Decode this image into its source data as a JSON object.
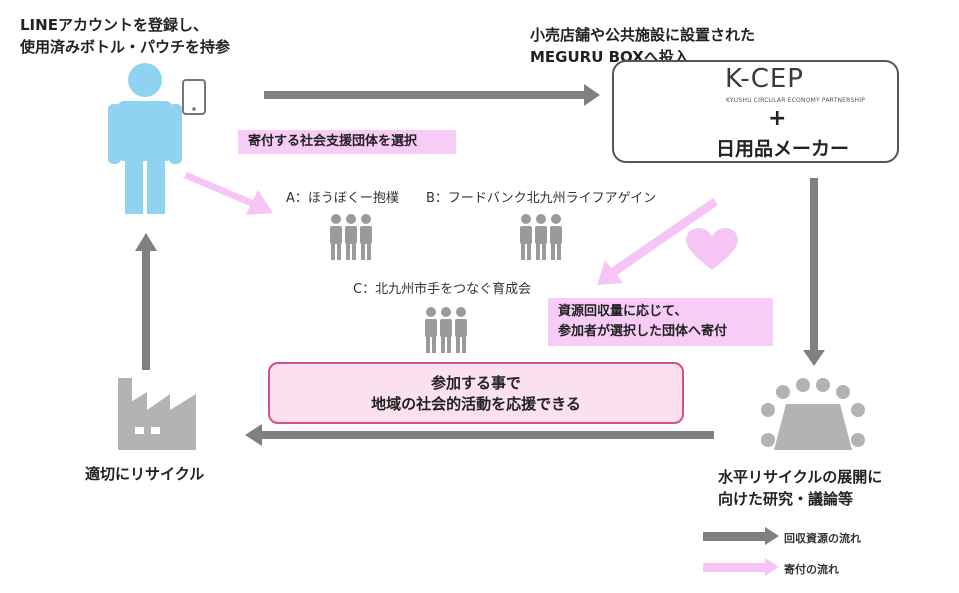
{
  "user": {
    "line1": "LINEアカウントを登録し、",
    "line2": "使用済みボトル・パウチを持参"
  },
  "store": {
    "line1": "小売店舗や公共施設に設置された",
    "line2": "MEGURU BOXへ投入"
  },
  "kcep": {
    "logo_text": "K-CEP",
    "logo_subtitle": "KYUSHU CIRCULAR ECONOMY PARTNERSHIP",
    "plus": "+",
    "maker": "日用品メーカー"
  },
  "select_label": "寄付する社会支援団体を選択",
  "organizations": {
    "a": "A：ほうぼくー抱樸",
    "b": "B：フードバンク北九州ライフアゲイン",
    "c": "C：北九州市手をつなぐ育成会"
  },
  "donate_label": {
    "line1": "資源回収量に応じて、",
    "line2": "参加者が選択した団体へ寄付"
  },
  "support": {
    "line1": "参加する事で",
    "line2": "地域の社会的活動を応援できる"
  },
  "recycle_label": "適切にリサイクル",
  "research": {
    "line1": "水平リサイクルの展開に",
    "line2": "向けた研究・議論等"
  },
  "legend": {
    "resource_flow": "回収資源の流れ",
    "donation_flow": "寄付の流れ"
  },
  "colors": {
    "resource_arrow": "#808080",
    "donation_arrow": "#f7c5f5",
    "person": "#8fd3f0",
    "group_icon": "#9a9a9a",
    "heart": "#f7c5f5",
    "support_border": "#d24f8e",
    "support_fill": "#fbe0ee"
  }
}
